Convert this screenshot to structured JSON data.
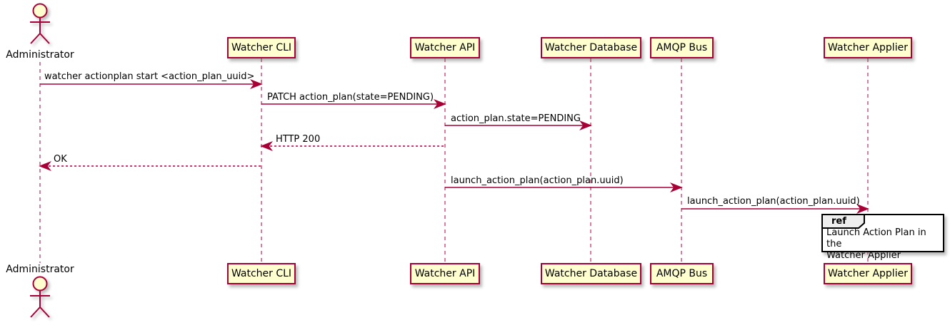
{
  "diagram_type": "uml-sequence",
  "actor": {
    "name": "Administrator"
  },
  "participants": [
    {
      "label": "Watcher CLI"
    },
    {
      "label": "Watcher API"
    },
    {
      "label": "Watcher Database"
    },
    {
      "label": "AMQP Bus"
    },
    {
      "label": "Watcher Applier"
    }
  ],
  "messages": [
    {
      "from": "Administrator",
      "to": "Watcher CLI",
      "label": "watcher actionplan start <action_plan_uuid>",
      "style": "solid"
    },
    {
      "from": "Watcher CLI",
      "to": "Watcher API",
      "label": "PATCH action_plan(state=PENDING)",
      "style": "solid"
    },
    {
      "from": "Watcher API",
      "to": "Watcher Database",
      "label": "action_plan.state=PENDING",
      "style": "solid"
    },
    {
      "from": "Watcher API",
      "to": "Watcher CLI",
      "label": "HTTP 200",
      "style": "dashed"
    },
    {
      "from": "Watcher CLI",
      "to": "Administrator",
      "label": "OK",
      "style": "dashed"
    },
    {
      "from": "Watcher API",
      "to": "AMQP Bus",
      "label": "launch_action_plan(action_plan.uuid)",
      "style": "solid"
    },
    {
      "from": "AMQP Bus",
      "to": "Watcher Applier",
      "label": "launch_action_plan(action_plan.uuid)",
      "style": "solid"
    }
  ],
  "ref_box": {
    "tag": "ref",
    "text": "Launch Action Plan in the\nWatcher Applier"
  },
  "colors": {
    "participant_fill": "#fefece",
    "line": "#a80036",
    "text": "#000000",
    "ref_tag_fill": "#eeeeee",
    "ref_border": "#000000",
    "background": "#ffffff"
  }
}
